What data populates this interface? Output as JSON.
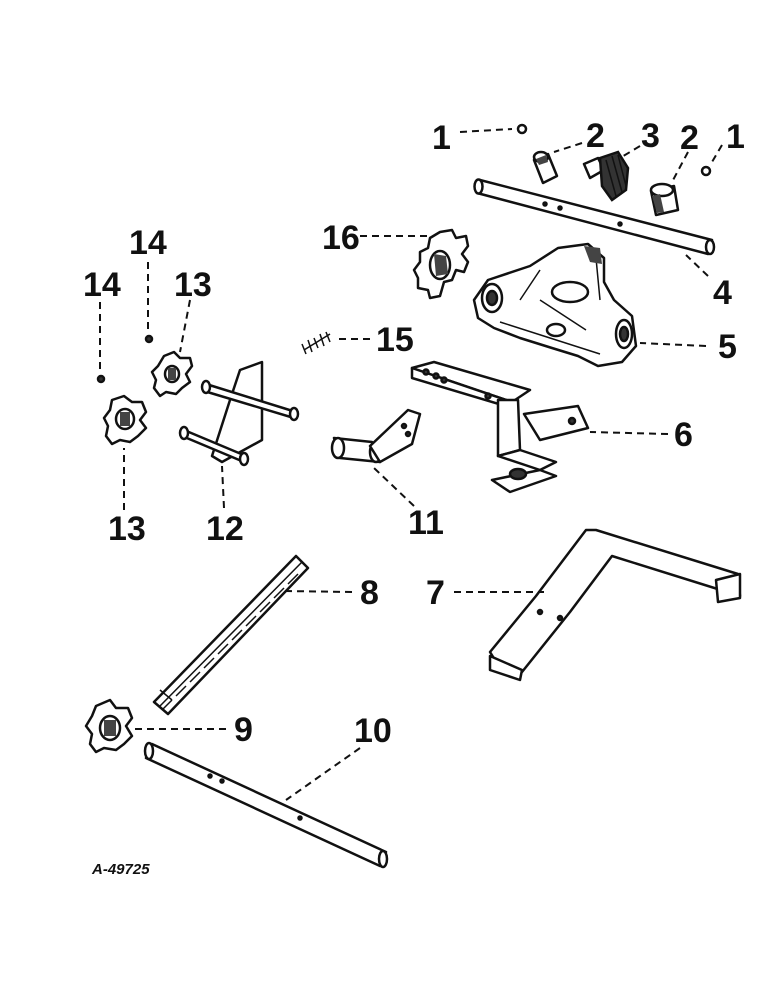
{
  "figure_id": "A-49725",
  "callouts": [
    {
      "key": "c1a",
      "text": "1"
    },
    {
      "key": "c2a",
      "text": "2"
    },
    {
      "key": "c3",
      "text": "3"
    },
    {
      "key": "c2b",
      "text": "2"
    },
    {
      "key": "c1b",
      "text": "1"
    },
    {
      "key": "c4",
      "text": "4"
    },
    {
      "key": "c16",
      "text": "16"
    },
    {
      "key": "c5",
      "text": "5"
    },
    {
      "key": "c15",
      "text": "15"
    },
    {
      "key": "c6",
      "text": "6"
    },
    {
      "key": "c14a",
      "text": "14"
    },
    {
      "key": "c14b",
      "text": "14"
    },
    {
      "key": "c13a",
      "text": "13"
    },
    {
      "key": "c13b",
      "text": "13"
    },
    {
      "key": "c12",
      "text": "12"
    },
    {
      "key": "c11",
      "text": "11"
    },
    {
      "key": "c8",
      "text": "8"
    },
    {
      "key": "c7",
      "text": "7"
    },
    {
      "key": "c9",
      "text": "9"
    },
    {
      "key": "c10",
      "text": "10"
    }
  ]
}
